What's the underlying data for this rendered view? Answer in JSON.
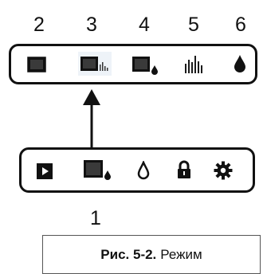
{
  "top_numbers": [
    "2",
    "3",
    "4",
    "5",
    "6"
  ],
  "bottom_number": "1",
  "top_panel_icons": [
    "screen-icon",
    "screen-histogram-icon",
    "screen-drop-icon",
    "histogram-icon",
    "drop-filled-icon"
  ],
  "bottom_panel_icons": [
    "play-icon",
    "screen-drop-icon",
    "drop-outline-icon",
    "lock-icon",
    "gear-icon"
  ],
  "caption": {
    "label": "Рис. 5-2.",
    "text": "Режим"
  }
}
